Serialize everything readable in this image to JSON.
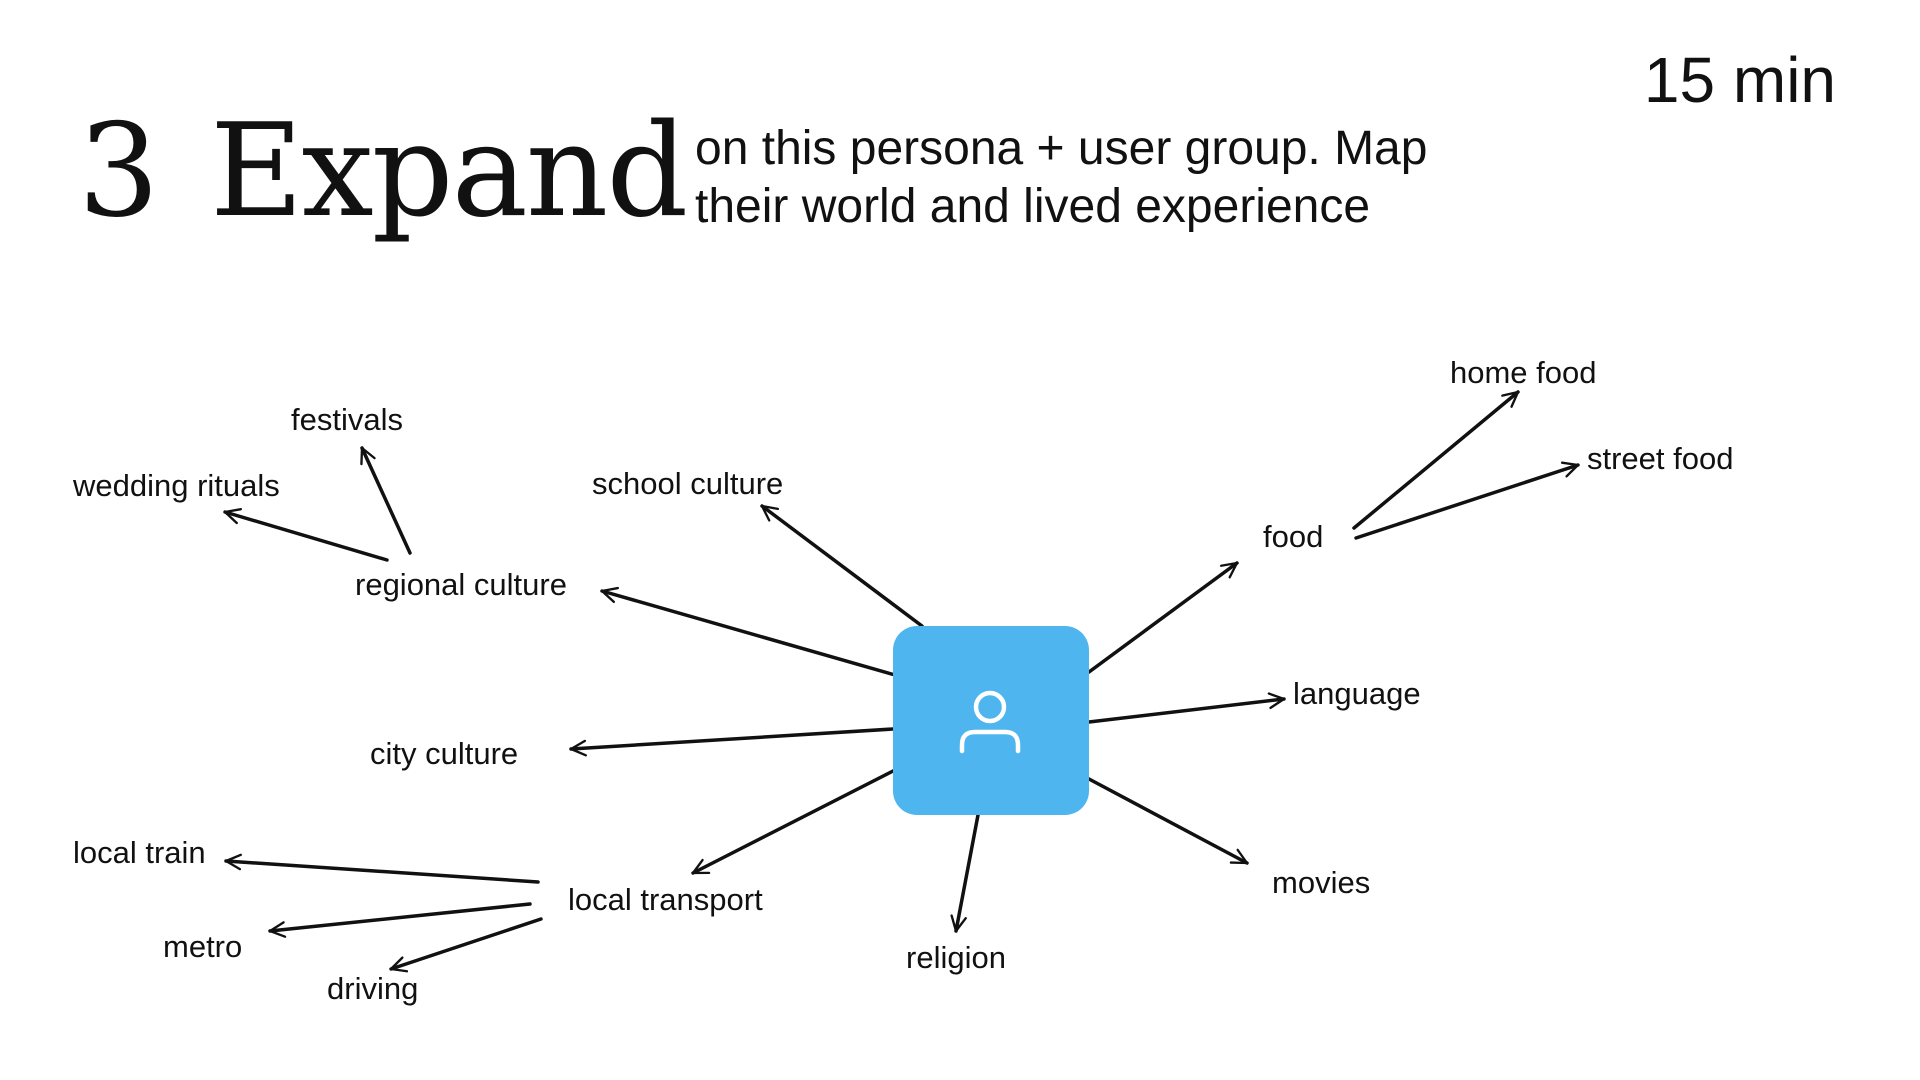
{
  "header": {
    "step_number": "3",
    "step_title": "Expand",
    "subtitle_line1": "on this persona + user group. Map",
    "subtitle_line2": "their world and lived experience",
    "timer": "15 min"
  },
  "center": {
    "icon": "person-icon",
    "color": "#4fb5ee"
  },
  "nodes": {
    "festivals": "festivals",
    "wedding_rituals": "wedding rituals",
    "regional_culture": "regional culture",
    "school_culture": "school culture",
    "city_culture": "city culture",
    "local_train": "local train",
    "metro": "metro",
    "driving": "driving",
    "local_transport": "local transport",
    "religion": "religion",
    "movies": "movies",
    "language": "language",
    "food": "food",
    "home_food": "home food",
    "street_food": "street food"
  }
}
